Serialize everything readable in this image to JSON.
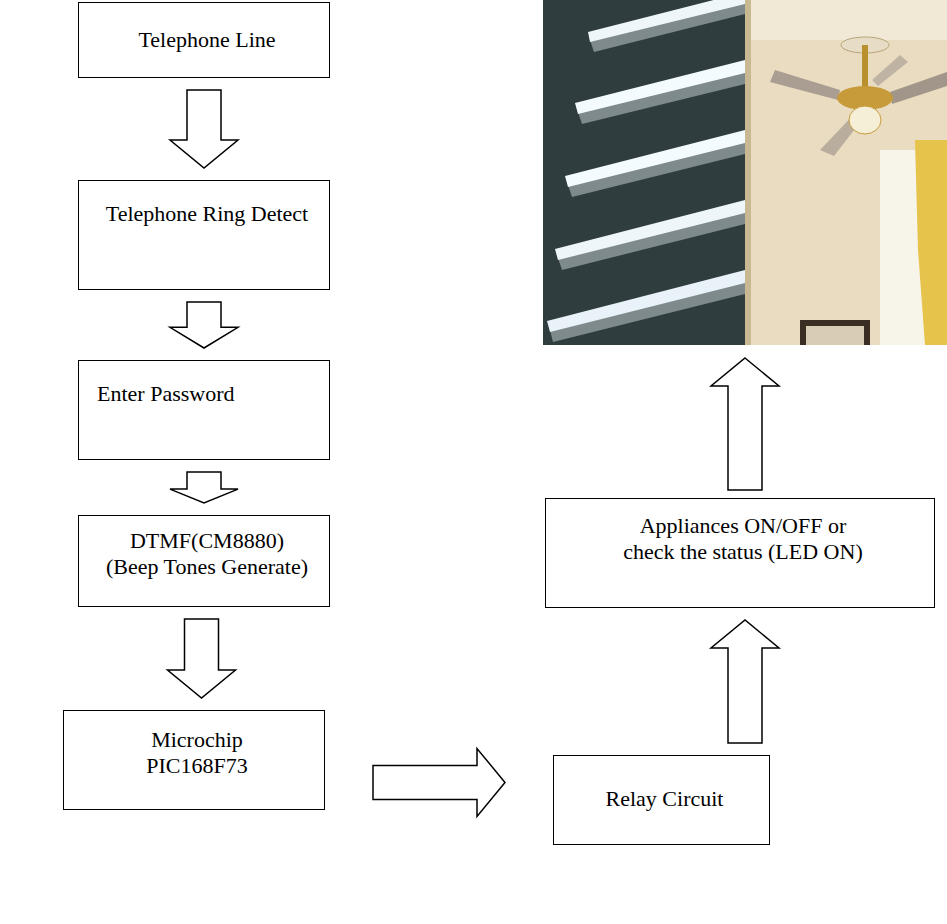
{
  "diagram": {
    "nodes": [
      {
        "text": [
          "Telephone Line"
        ]
      },
      {
        "text": [
          "Telephone Ring Detect"
        ]
      },
      {
        "text": [
          "Enter Password"
        ]
      },
      {
        "text": [
          "DTMF(CM8880)",
          "(Beep Tones Generate)"
        ]
      },
      {
        "text": [
          "Microchip PIC168F73"
        ]
      },
      {
        "text": [
          "Appliances ON/OFF or check the status (LED ON)"
        ]
      },
      {
        "text": [
          "Relay Circuit"
        ]
      }
    ],
    "edges": [
      {
        "from": 0,
        "to": 1,
        "arrow": "to"
      },
      {
        "from": 1,
        "to": 2,
        "arrow": "to"
      },
      {
        "from": 2,
        "to": 3,
        "arrow": "to"
      },
      {
        "from": 3,
        "to": 4,
        "arrow": "to"
      },
      {
        "from": 4,
        "to": 6,
        "arrow": "to"
      },
      {
        "from": 6,
        "to": 5,
        "arrow": "to"
      }
    ]
  }
}
